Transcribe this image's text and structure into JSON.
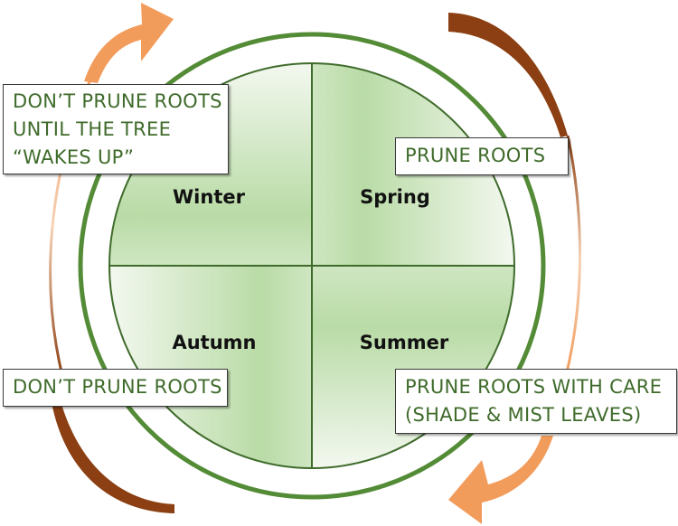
{
  "title": "Root pruning by season",
  "colors": {
    "ring": "#538b36",
    "divider": "#3f6b2b",
    "fill_light": "#f3f8ef",
    "fill_dark": "#b9dba6",
    "arrow_light": "#f29c5c",
    "arrow_dark": "#8b3f12",
    "note_text": "#3f6b2b"
  },
  "seasons": [
    {
      "id": "winter",
      "label": "Winter"
    },
    {
      "id": "spring",
      "label": "Spring"
    },
    {
      "id": "autumn",
      "label": "Autumn"
    },
    {
      "id": "summer",
      "label": "Summer"
    }
  ],
  "notes": [
    {
      "id": "winter",
      "lines": [
        "DON’T PRUNE ROOTS",
        "UNTIL THE TREE",
        "“WAKES UP”"
      ]
    },
    {
      "id": "spring",
      "lines": [
        "PRUNE ROOTS"
      ]
    },
    {
      "id": "autumn",
      "lines": [
        "DON’T PRUNE ROOTS"
      ]
    },
    {
      "id": "summer",
      "lines": [
        "PRUNE ROOTS WITH CARE",
        "(SHADE & MIST LEAVES)"
      ]
    }
  ],
  "arrows": [
    {
      "id": "left",
      "direction": "clockwise",
      "icon": "curved-arrow-icon"
    },
    {
      "id": "right",
      "direction": "clockwise",
      "icon": "curved-arrow-icon"
    }
  ]
}
